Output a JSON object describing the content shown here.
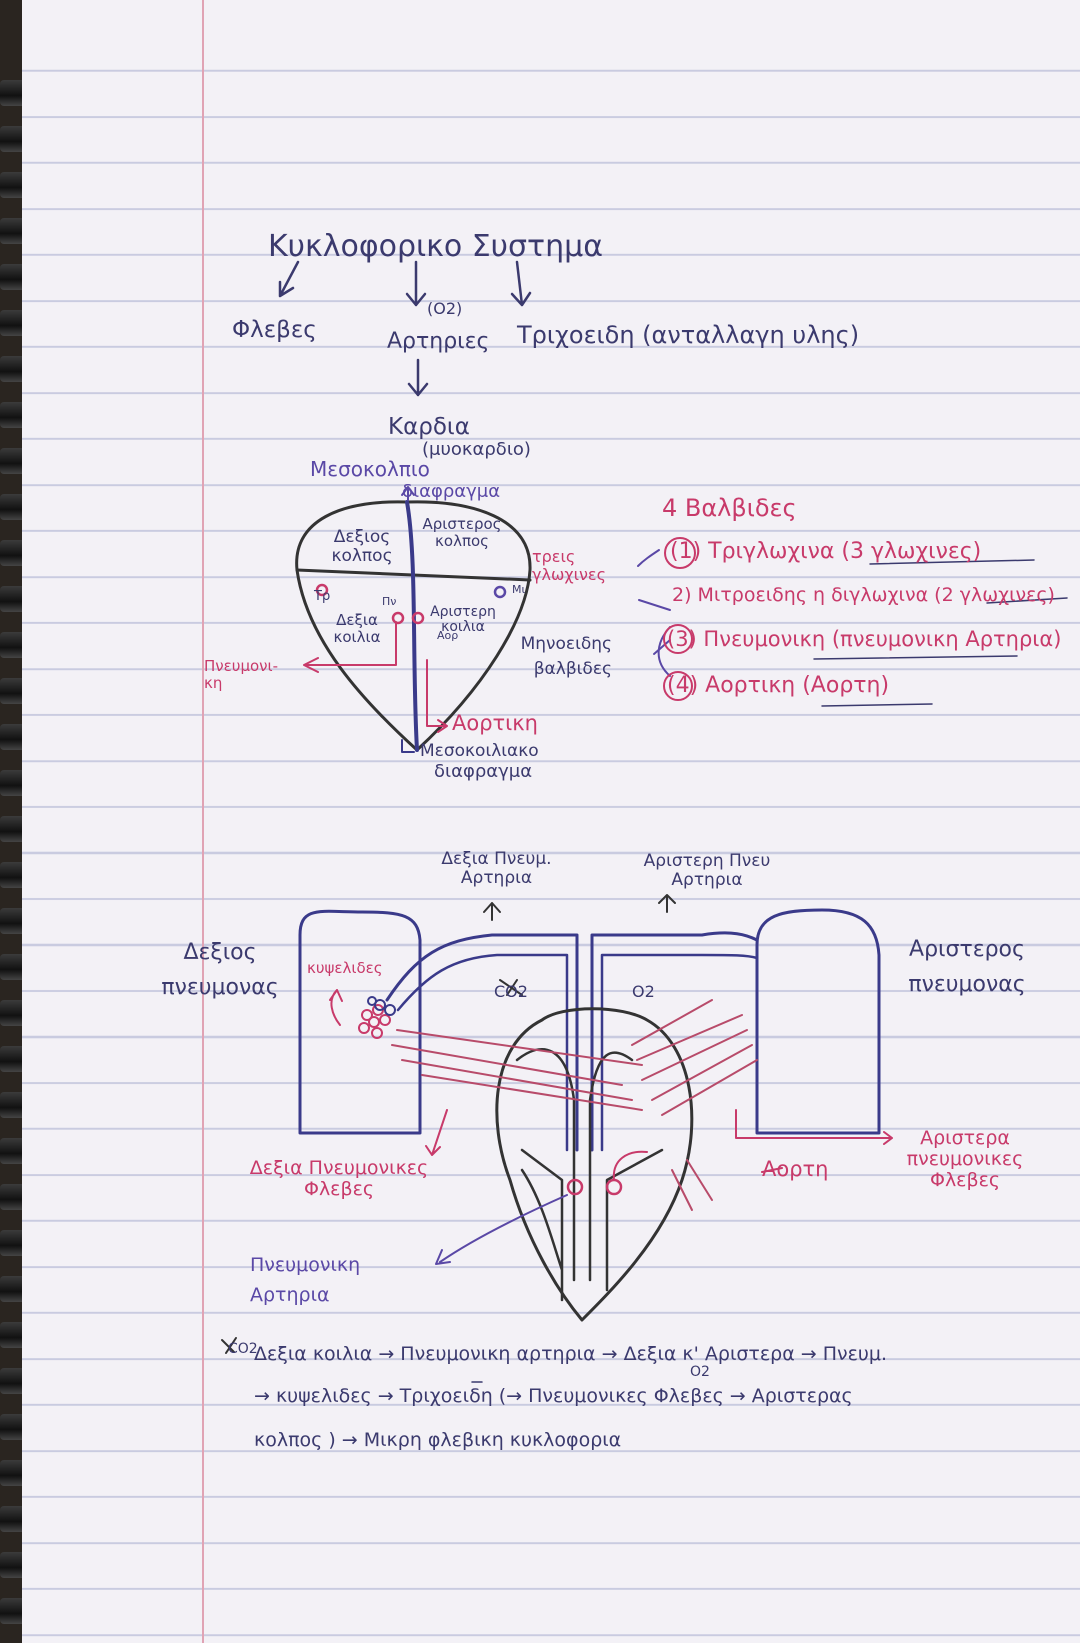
{
  "title": "Κυκλοφορικο Συστημα",
  "branches": {
    "veins": "Φλεβες",
    "arteries_note": "(O2)",
    "arteries": "Αρτηριες",
    "capillaries": "Τριχοειδη (ανταλλαγη υλης)"
  },
  "heart": {
    "label": "Καρδια",
    "muscle": "(μυοκαρδιο)",
    "septum_top": "Μεσοκολπιο",
    "diaphragm_top": "διαφραγμα",
    "right_atrium": "Δεξιος κολπος",
    "left_atrium": "Αριστερος κολπος",
    "right_ventricle": "Δεξια κοιλια",
    "left_ventricle": "Αριστερη κοιλια",
    "tricuspid_abbr": "Τρ",
    "pulmonary_abbr": "Πν",
    "mitral_abbr": "Μι",
    "aortic_abbr": "Αορ",
    "pulmonary_artery_short": "Πνευμονι-κη",
    "aorta_label": "Αορτικη",
    "septum_bottom": "Μεσοκοιλιακο",
    "diaphragm_bottom": "διαφραγμα"
  },
  "valves": {
    "title": "4 Βαλβιδες",
    "three_cusp_label": "τρεις γλωχινες",
    "semilunar_label": "Μηνοειδης βαλβιδες",
    "items": [
      "(1) Τριγλωχινα (3 γλωχινες)",
      "2) Μιτροειδης η διγλωχινα (2 γλωχινες)",
      "(3) Πνευμονικη (πνευμονικη Αρτηρια)",
      "(4) Αορτικη (Αορτη)"
    ]
  },
  "lungs": {
    "right_pa": "Δεξια Πνευμ. Αρτηρια",
    "left_pa": "Αριστερη Πνευ Αρτηρια",
    "right_lung": "Δεξιος πνευμονας",
    "left_lung": "Αριστερος πνευμονας",
    "alveoli": "κυψελιδες",
    "co2": "CO2",
    "o2": "O2",
    "right_pv": "Δεξια Πνευμονικες Φλεβες",
    "aorta": "Αορτη",
    "left_pv": "Αριστερα πνευμονικες Φλεβες",
    "pulmonary_artery": "Πνευμονικη Αρτηρια"
  },
  "summary": {
    "line1_co2": "CO2",
    "line1": "Δεξια κοιλια → Πνευμονικη αρτηρια → Δεξια κ' Αριστερα → Πνευμ.",
    "line2_o2": "O2",
    "line2": "→ κυψελιδες → Τριχοειδη (→ Πνευμονικες Φλεβες → Αριστερας",
    "line3": "κολπος ) → Μικρη φλεβικη κυκλοφορια"
  },
  "colors": {
    "ink": "#3b3a6e",
    "pink": "#c83a6a",
    "purple": "#5a48a6",
    "paper": "#f3f1f6"
  }
}
